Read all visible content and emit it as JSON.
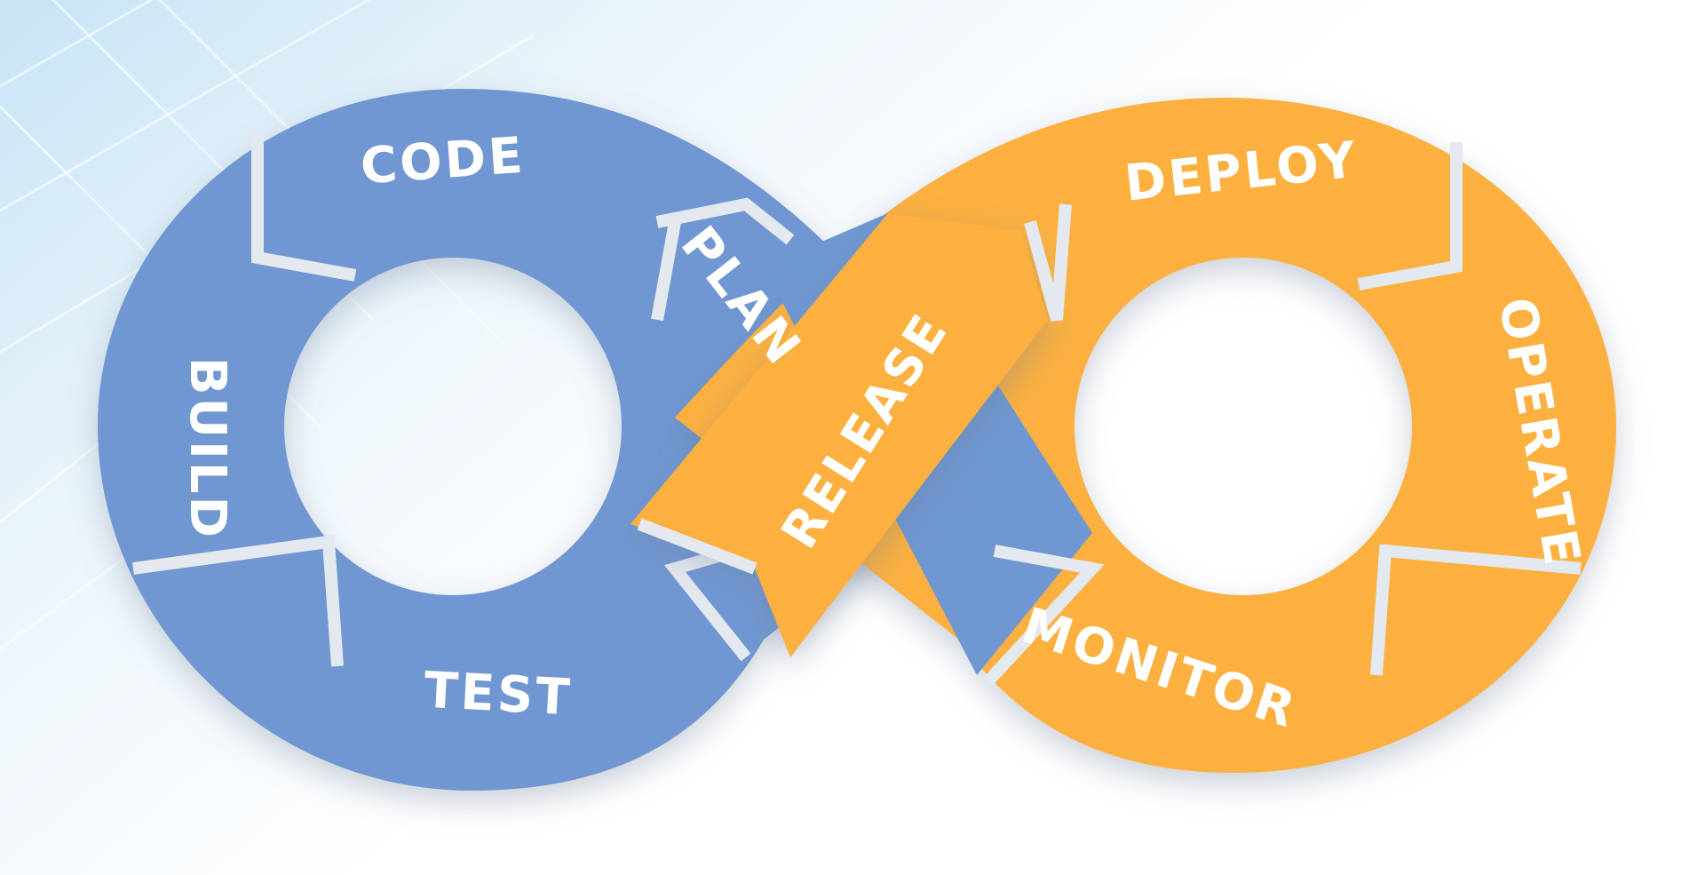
{
  "colors": {
    "dev": "#6f97d2",
    "ops": "#fbb040",
    "gap": "#eef1f6",
    "label": "#ffffff"
  },
  "stages": {
    "code": "CODE",
    "build": "BUILD",
    "test": "TEST",
    "plan": "PLAN",
    "release": "RELEASE",
    "deploy": "DEPLOY",
    "operate": "OPERATE",
    "monitor": "MONITOR"
  }
}
